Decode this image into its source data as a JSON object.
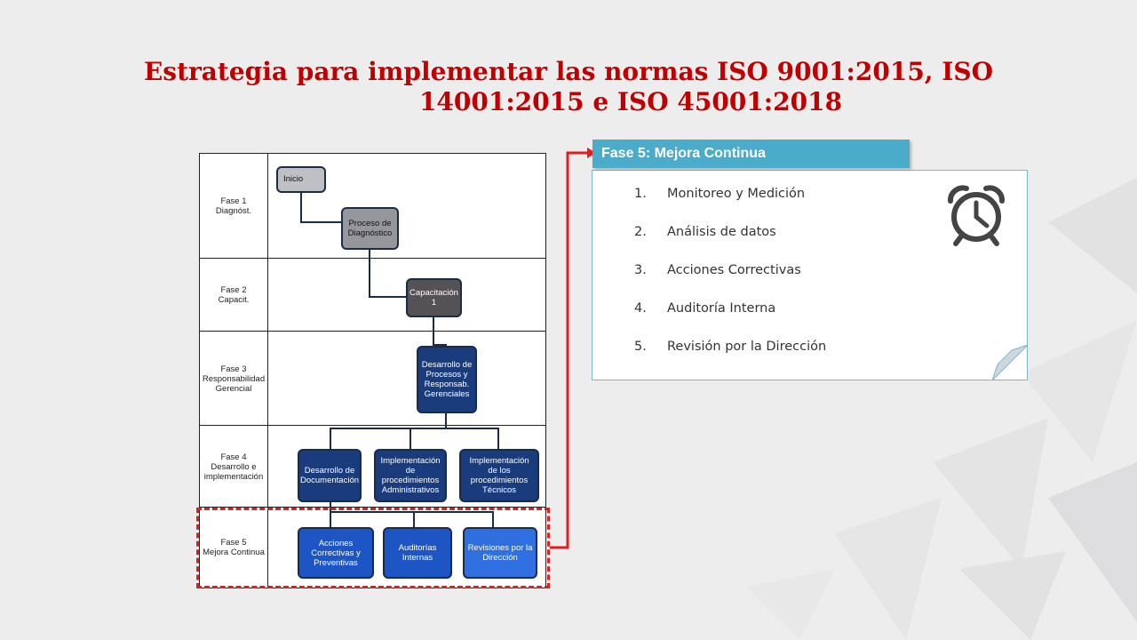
{
  "title": {
    "line1": "Estrategia para implementar las normas ISO 9001:2015, ISO",
    "line2": "14001:2015 e ISO 45001:2018"
  },
  "flowchart": {
    "phases": [
      {
        "label": "Fase 1\nDiagnóst."
      },
      {
        "label": "Fase 2\nCapacit."
      },
      {
        "label": "Fase 3\nResponsabilidad\nGerencial"
      },
      {
        "label": "Fase 4\nDesarrollo e\nimplementación"
      },
      {
        "label": "Fase 5\nMejora Continua"
      }
    ],
    "nodes": {
      "inicio": "Inicio",
      "diagnostico": "Proceso de Diagnóstico",
      "capacitacion": "Capacitación 1",
      "desarrollo_procesos": "Desarrollo de Procesos y Responsab. Gerenciales",
      "documentacion": "Desarrollo de Documentación",
      "proc_admin": "Implementación de procedimientos Administrativos",
      "proc_tecnicos": "Implementación de los procedimientos Técnicos",
      "acciones": "Acciones Correctivas y Preventivas",
      "auditorias": "Auditorías Internas",
      "revisiones": "Revisiones por la Dirección"
    }
  },
  "card": {
    "header": "Fase 5: Mejora Continua",
    "items": [
      {
        "num": "1.",
        "text": "Monitoreo y Medición"
      },
      {
        "num": "2.",
        "text": "Análisis de datos"
      },
      {
        "num": "3.",
        "text": "Acciones Correctivas"
      },
      {
        "num": "4.",
        "text": "Auditoría Interna"
      },
      {
        "num": "5.",
        "text": "Revisión por la Dirección"
      }
    ]
  },
  "colors": {
    "title": "#c00000",
    "card_header": "#4aabca",
    "highlight": "#e31c1c"
  },
  "icons": [
    "alarm-clock-icon"
  ]
}
